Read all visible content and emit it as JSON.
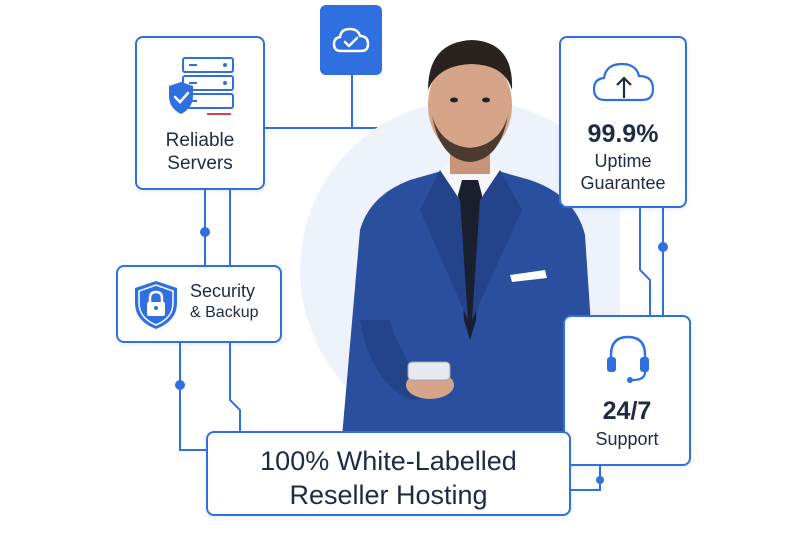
{
  "features": {
    "servers": {
      "line1": "Reliable",
      "line2": "Servers",
      "icon": "server-shield-icon"
    },
    "security": {
      "line1": "Security",
      "line2": "& Backup",
      "icon": "shield-lock-icon"
    },
    "uptime": {
      "percent": "99.9%",
      "line1": "Uptime",
      "line2": "Guarantee",
      "icon": "cloud-upload-icon"
    },
    "support": {
      "number": "24/7",
      "label": "Support",
      "icon": "headset-icon"
    },
    "white_label": {
      "line1": "100% White-Labelled",
      "line2": "Reseller Hosting"
    },
    "cloud_badge": {
      "icon": "cloud-check-icon"
    }
  },
  "colors": {
    "accent": "#2f6fe0",
    "text": "#1f2a44",
    "suit": "#2a4f9e"
  }
}
